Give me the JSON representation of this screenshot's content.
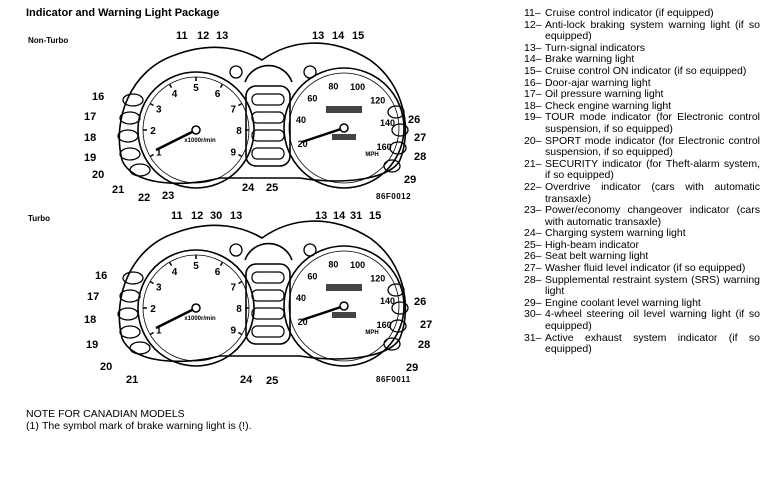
{
  "title": "Indicator and Warning Light Package",
  "non_turbo": {
    "label": "Non-Turbo",
    "figure_id": "86F0012",
    "callouts": [
      "11",
      "12",
      "13",
      "13",
      "14",
      "15",
      "16",
      "17",
      "18",
      "19",
      "20",
      "21",
      "22",
      "23",
      "24",
      "25",
      "26",
      "27",
      "28",
      "29"
    ],
    "tach_numbers": [
      "1",
      "2",
      "3",
      "4",
      "5",
      "6",
      "7",
      "8",
      "9"
    ],
    "tach_unit": "x1000r/min",
    "speedo_numbers": [
      "20",
      "40",
      "60",
      "80",
      "100",
      "120",
      "140",
      "160"
    ],
    "speedo_unit": "MPH"
  },
  "turbo": {
    "label": "Turbo",
    "figure_id": "86F0011",
    "callouts": [
      "11",
      "12",
      "30",
      "13",
      "13",
      "14",
      "31",
      "15",
      "16",
      "17",
      "18",
      "19",
      "20",
      "21",
      "24",
      "25",
      "26",
      "27",
      "28",
      "29"
    ],
    "tach_numbers": [
      "1",
      "2",
      "3",
      "4",
      "5",
      "6",
      "7",
      "8",
      "9"
    ],
    "tach_unit": "x1000r/min",
    "speedo_numbers": [
      "20",
      "40",
      "60",
      "80",
      "100",
      "120",
      "140",
      "160"
    ],
    "speedo_unit": "MPH"
  },
  "note": {
    "heading": "NOTE FOR CANADIAN MODELS",
    "items": [
      {
        "num": "(1)",
        "text": "The symbol mark of brake warning light is (!)."
      }
    ]
  },
  "legend": [
    {
      "num": "11–",
      "text": "Cruise control indicator (if equipped)"
    },
    {
      "num": "12–",
      "text": "Anti-lock braking system warning light (if so equipped)"
    },
    {
      "num": "13–",
      "text": "Turn-signal indicators"
    },
    {
      "num": "14–",
      "text": "Brake warning light"
    },
    {
      "num": "15–",
      "text": "Cruise control ON indicator (if so equipped)"
    },
    {
      "num": "16–",
      "text": "Door-ajar warning light"
    },
    {
      "num": "17–",
      "text": "Oil pressure warning light"
    },
    {
      "num": "18–",
      "text": "Check engine warning light"
    },
    {
      "num": "19–",
      "text": "TOUR mode indicator (for Electronic control suspension, if so equipped)"
    },
    {
      "num": "20–",
      "text": "SPORT mode indicator (for Electronic control suspension, if so equipped)"
    },
    {
      "num": "21–",
      "text": "SECURITY indicator (for Theft-alarm system, if so equipped)"
    },
    {
      "num": "22–",
      "text": "Overdrive indicator (cars with automatic transaxle)"
    },
    {
      "num": "23–",
      "text": "Power/economy changeover indicator (cars with automatic transaxle)"
    },
    {
      "num": "24–",
      "text": "Charging system warning light"
    },
    {
      "num": "25–",
      "text": "High-beam indicator"
    },
    {
      "num": "26–",
      "text": "Seat belt warning light"
    },
    {
      "num": "27–",
      "text": "Washer fluid level indicator (if so equipped)"
    },
    {
      "num": "28–",
      "text": "Supplemental restraint system (SRS) warning light"
    },
    {
      "num": "29–",
      "text": "Engine coolant level warning light"
    },
    {
      "num": "30–",
      "text": "4-wheel steering oil level warning light (if so equipped)"
    },
    {
      "num": "31–",
      "text": "Active exhaust system indicator (if so equipped)"
    }
  ]
}
